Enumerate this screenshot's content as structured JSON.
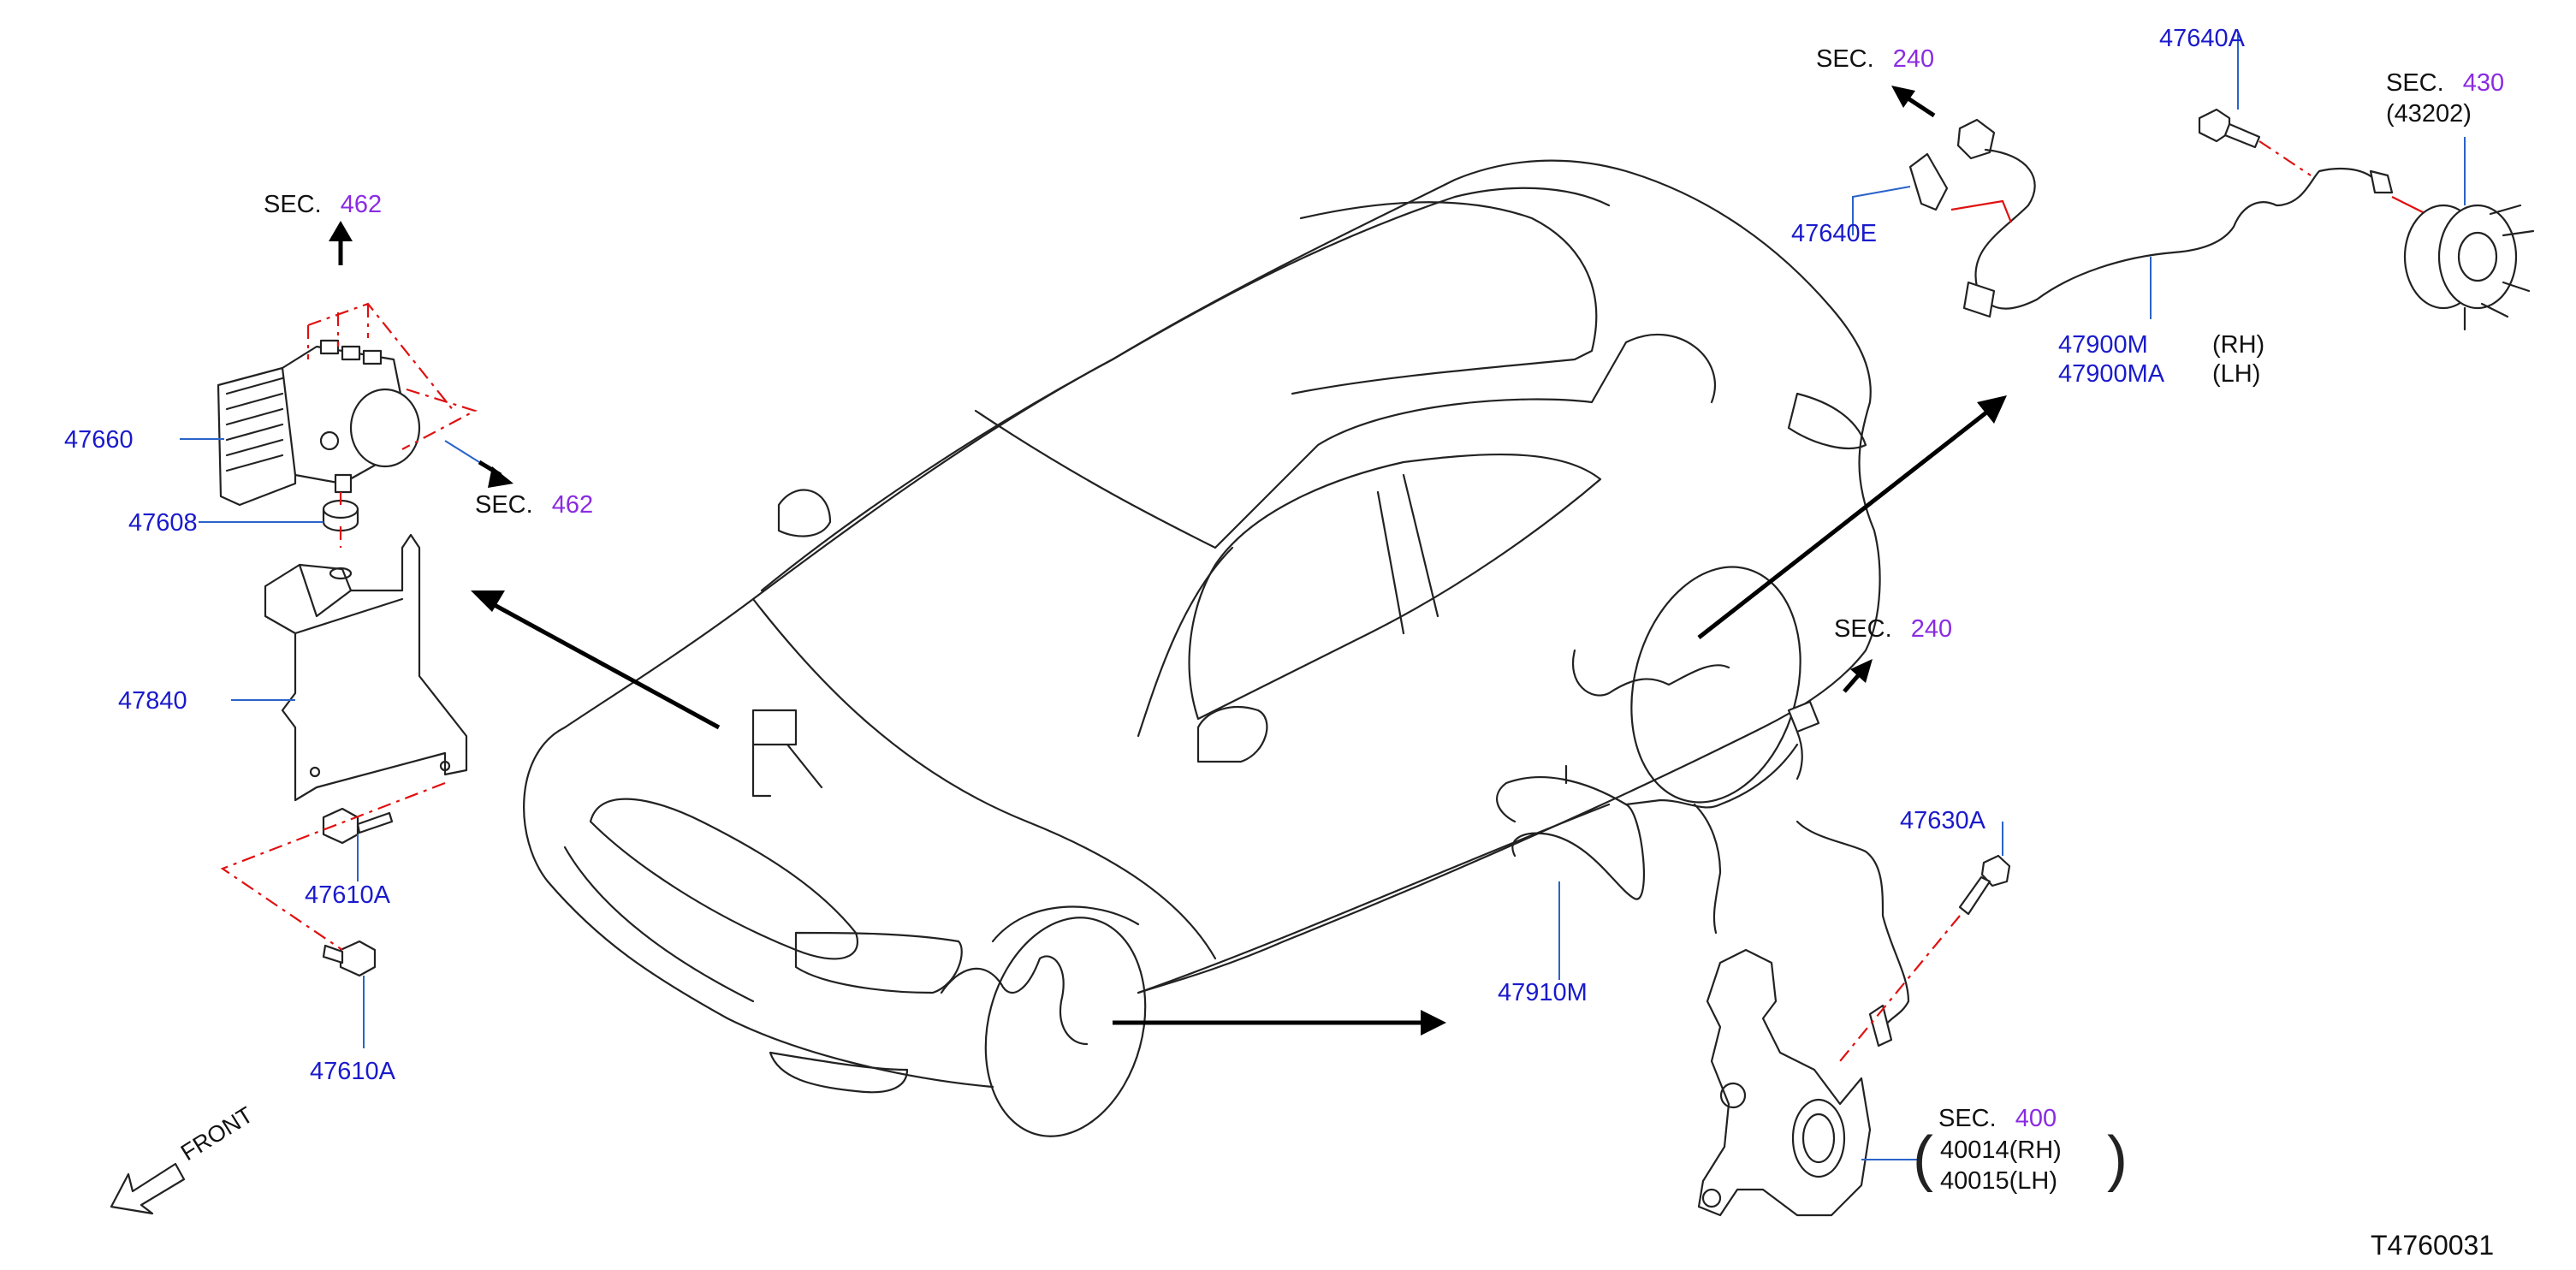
{
  "diagram": {
    "drawing_number": "T4760031",
    "front_label": "FRONT",
    "sections": [
      {
        "id": "sec-462-top",
        "word": "SEC.",
        "number": "462"
      },
      {
        "id": "sec-462-right",
        "word": "SEC.",
        "number": "462"
      },
      {
        "id": "sec-240-top",
        "word": "SEC.",
        "number": "240"
      },
      {
        "id": "sec-430",
        "word": "SEC.",
        "number": "430",
        "ref": "(43202)"
      },
      {
        "id": "sec-240-mid",
        "word": "SEC.",
        "number": "240"
      },
      {
        "id": "sec-400",
        "word": "SEC.",
        "number": "400"
      }
    ],
    "parts": {
      "p47660": "47660",
      "p47608": "47608",
      "p47840": "47840",
      "p47610a_1": "47610A",
      "p47610a_2": "47610A",
      "p47640a": "47640A",
      "p47640e": "47640E",
      "p47900m": "47900M",
      "p47900ma": "47900MA",
      "p47900m_side": "(RH)",
      "p47900ma_side": "(LH)",
      "p47630a": "47630A",
      "p47910m": "47910M",
      "p40014": "40014(RH)",
      "p40015": "40015(LH)"
    },
    "colors": {
      "part_number": "#1a1acc",
      "section_number": "#8a2be2",
      "leader_line": "#2a63c9",
      "assembly_line": "#e01010",
      "outline": "#222222"
    }
  }
}
